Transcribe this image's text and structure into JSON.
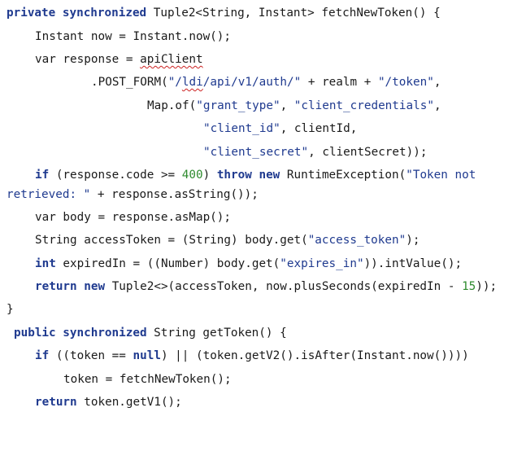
{
  "code": {
    "l1": {
      "kw1": "private",
      "kw2": "synchronized",
      "rest": " Tuple2<String, Instant> fetchNewToken() {"
    },
    "l2": {
      "text": "Instant now = Instant.now();"
    },
    "l3": {
      "pre": "var response = ",
      "ident": "apiClient"
    },
    "l4": {
      "pre": ".POST_FORM(",
      "path_a": "\"/",
      "path_u": "ldi",
      "path_b": "/api/v1/auth/\"",
      "mid": " + realm + ",
      "tok": "\"/token\"",
      "end": ","
    },
    "l5": {
      "pre": "Map.of(",
      "s1": "\"grant_type\"",
      "sep": ", ",
      "s2": "\"client_credentials\"",
      "end": ","
    },
    "l6": {
      "s1": "\"client_id\"",
      "rest": ", clientId,"
    },
    "l7": {
      "s1": "\"client_secret\"",
      "rest": ", clientSecret));"
    },
    "l8": {
      "kw1": "if",
      "pre": " (response.code >= ",
      "num": "400",
      "post": ") ",
      "kw2": "throw",
      "sp": " ",
      "kw3": "new",
      "cls": " RuntimeException(",
      "str": "\"Token not"
    },
    "l9": {
      "str": "retrieved: \"",
      "rest": " + response.asString());"
    },
    "l10": {
      "text": "var body = response.asMap();"
    },
    "l11": {
      "pre": "String accessToken = (String) body.get(",
      "str": "\"access_token\"",
      "end": ");"
    },
    "l12": {
      "kw": "int",
      "pre": " expiredIn = ((Number) body.get(",
      "str": "\"expires_in\"",
      "end": ")).intValue();"
    },
    "l13": {
      "kw1": "return",
      "sp": " ",
      "kw2": "new",
      "pre": " Tuple2<>(accessToken, now.plusSeconds(expiredIn - ",
      "num": "15",
      "end": "));"
    },
    "l14": {
      "text": "}"
    },
    "l15": {
      "kw1": "public",
      "kw2": "synchronized",
      "rest": " String getToken() {"
    },
    "l16": {
      "kw1": "if",
      "pre": " ((token == ",
      "kw2": "null",
      "rest": ") || (token.getV2().isAfter(Instant.now())))"
    },
    "l17": {
      "text": "token = fetchNewToken();"
    },
    "l18": {
      "kw": "return",
      "rest": " token.getV1();"
    }
  }
}
